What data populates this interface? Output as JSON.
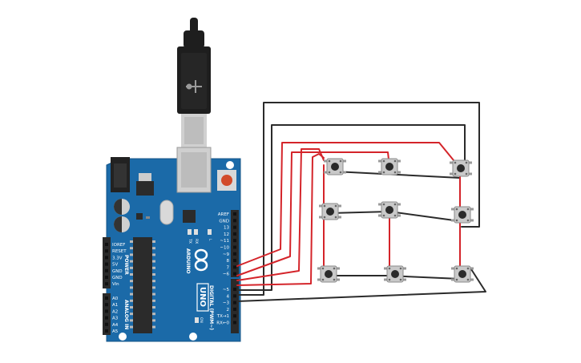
{
  "board": {
    "brand": "ARDUINO",
    "model": "UNO",
    "power_header": "POWER",
    "analog_header": "ANALOG IN",
    "digital_header": "DIGITAL (PWM~)",
    "on_label": "ON",
    "tx_led": "TX",
    "rx_led": "RX",
    "l_led": "L",
    "power_pins": [
      "IOREF",
      "RESET",
      "3.3V",
      "5V",
      "GND",
      "GND",
      "Vin"
    ],
    "analog_pins": [
      "A0",
      "A1",
      "A2",
      "A3",
      "A4",
      "A5"
    ],
    "digital_pins": [
      "AREF",
      "GND",
      "13",
      "12",
      "~11",
      "~10",
      "~9",
      "8",
      "7",
      "~6",
      "~5",
      "4",
      "~3",
      "2",
      "TX→1",
      "RX←0"
    ]
  },
  "colors": {
    "board": "#1b6aa8",
    "wire_red": "#d4242a",
    "wire_black": "#2b2b2b",
    "button_body": "#c9c9c9",
    "button_cap": "#2a2a2a"
  },
  "keypad": {
    "rows": 3,
    "cols": 3
  }
}
